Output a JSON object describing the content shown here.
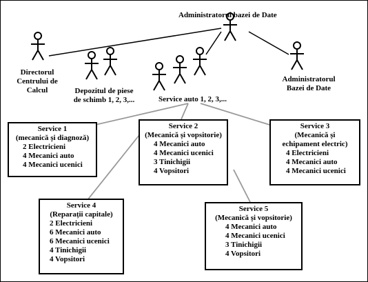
{
  "actors": {
    "admin_top": "Administratorul bazei de Date",
    "director": [
      "Directorul",
      "Centrului de",
      "Calcul"
    ],
    "depozit": [
      "Depozitul de piese",
      "de schimb 1, 2, 3,..."
    ],
    "service_group": "Service auto 1, 2, 3,...",
    "admin_right": [
      "Administratorul",
      "Bazei de Date"
    ]
  },
  "services": [
    {
      "title": "Service 1",
      "subtitle": [
        "(mecanică și diagnoză)"
      ],
      "staff": [
        "2 Electricieni",
        "4 Mecanici auto",
        "4 Mecanici ucenici"
      ]
    },
    {
      "title": "Service 2",
      "subtitle": [
        "(Mecanică și vopsitorie)"
      ],
      "staff": [
        "4 Mecanici auto",
        "4 Mecanici ucenici",
        "3 Tinichigii",
        "4 Vopsitori"
      ]
    },
    {
      "title": "Service 3",
      "subtitle": [
        "(Mecanică și",
        "echipament electric)"
      ],
      "staff": [
        "4 Electricieni",
        "4 Mecanici auto",
        "4 Mecanici ucenici"
      ]
    },
    {
      "title": "Service 4",
      "subtitle": [
        "(Reparații capitale)"
      ],
      "staff": [
        "2 Electricieni",
        "6 Mecanici auto",
        "6 Mecanici ucenici",
        "4 Tinichigii",
        "4 Vopsitori"
      ]
    },
    {
      "title": "Service 5",
      "subtitle": [
        "(Mecanică și vopsitorie)"
      ],
      "staff": [
        "4 Mecanici auto",
        "4 Mecanici ucenici",
        "3 Tinichigii",
        "4 Vopsitori"
      ]
    }
  ]
}
